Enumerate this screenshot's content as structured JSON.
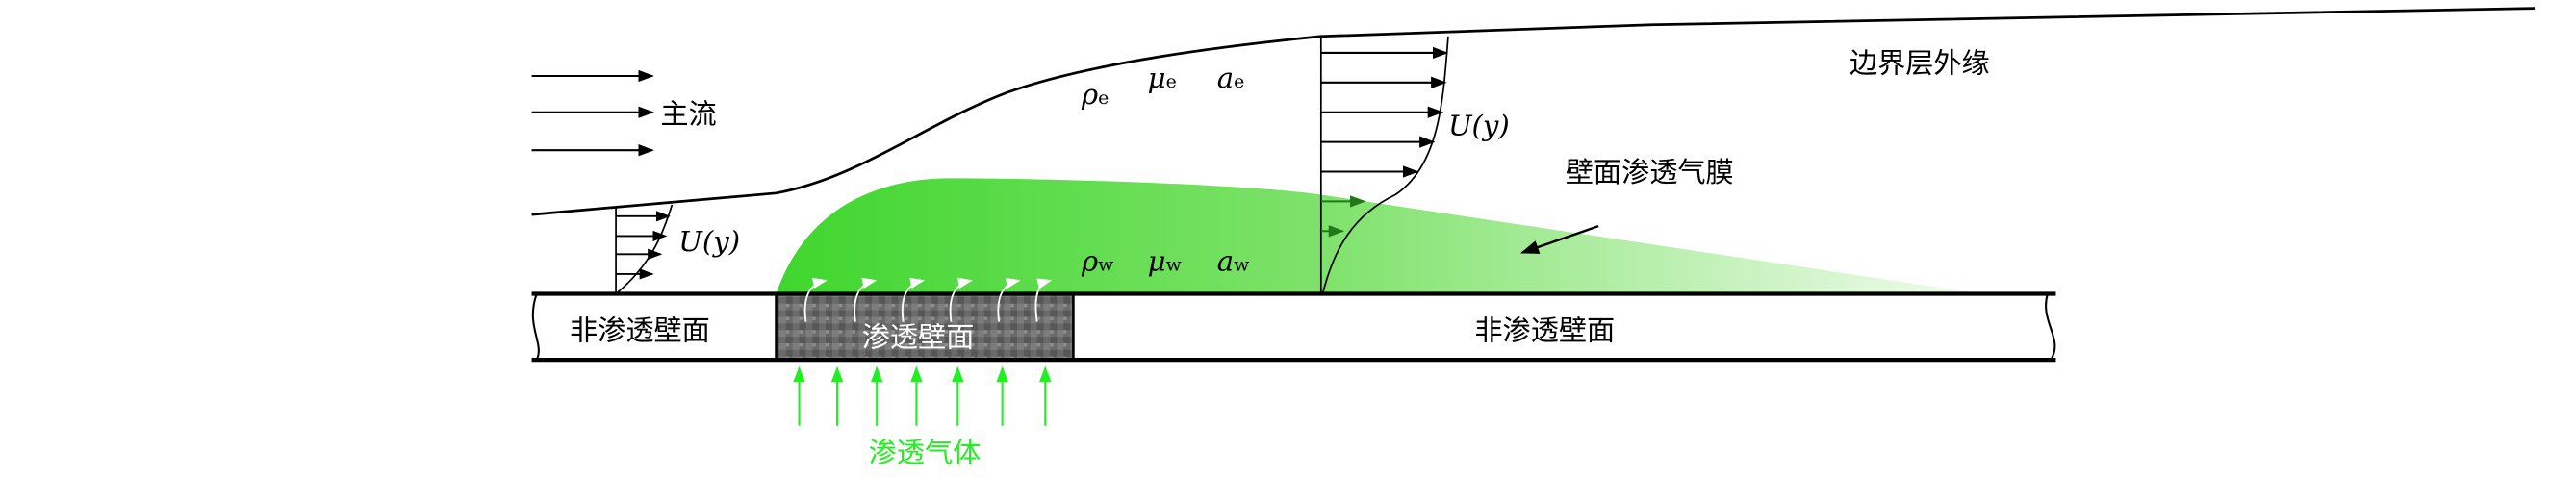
{
  "labels": {
    "main_flow": "主流",
    "boundary_layer_edge": "边界层外缘",
    "wall_film": "壁面渗透气膜",
    "impermeable_wall_left": "非渗透壁面",
    "permeable_wall": "渗透壁面",
    "impermeable_wall_right": "非渗透壁面",
    "permeate_gas": "渗透气体",
    "velocity_profile_left": "U(y)",
    "velocity_profile_right": "U(y)",
    "rho_e": "ρ",
    "rho_e_sub": "e",
    "mu_e": "μ",
    "mu_e_sub": "e",
    "a_e": "a",
    "a_e_sub": "e",
    "rho_w": "ρ",
    "rho_w_sub": "w",
    "mu_w": "μ",
    "mu_w_sub": "w",
    "a_w": "a",
    "a_w_sub": "w"
  },
  "colors": {
    "film": "#3fd62e",
    "gas": "#22ee22",
    "porous": "#6a6a6a"
  }
}
